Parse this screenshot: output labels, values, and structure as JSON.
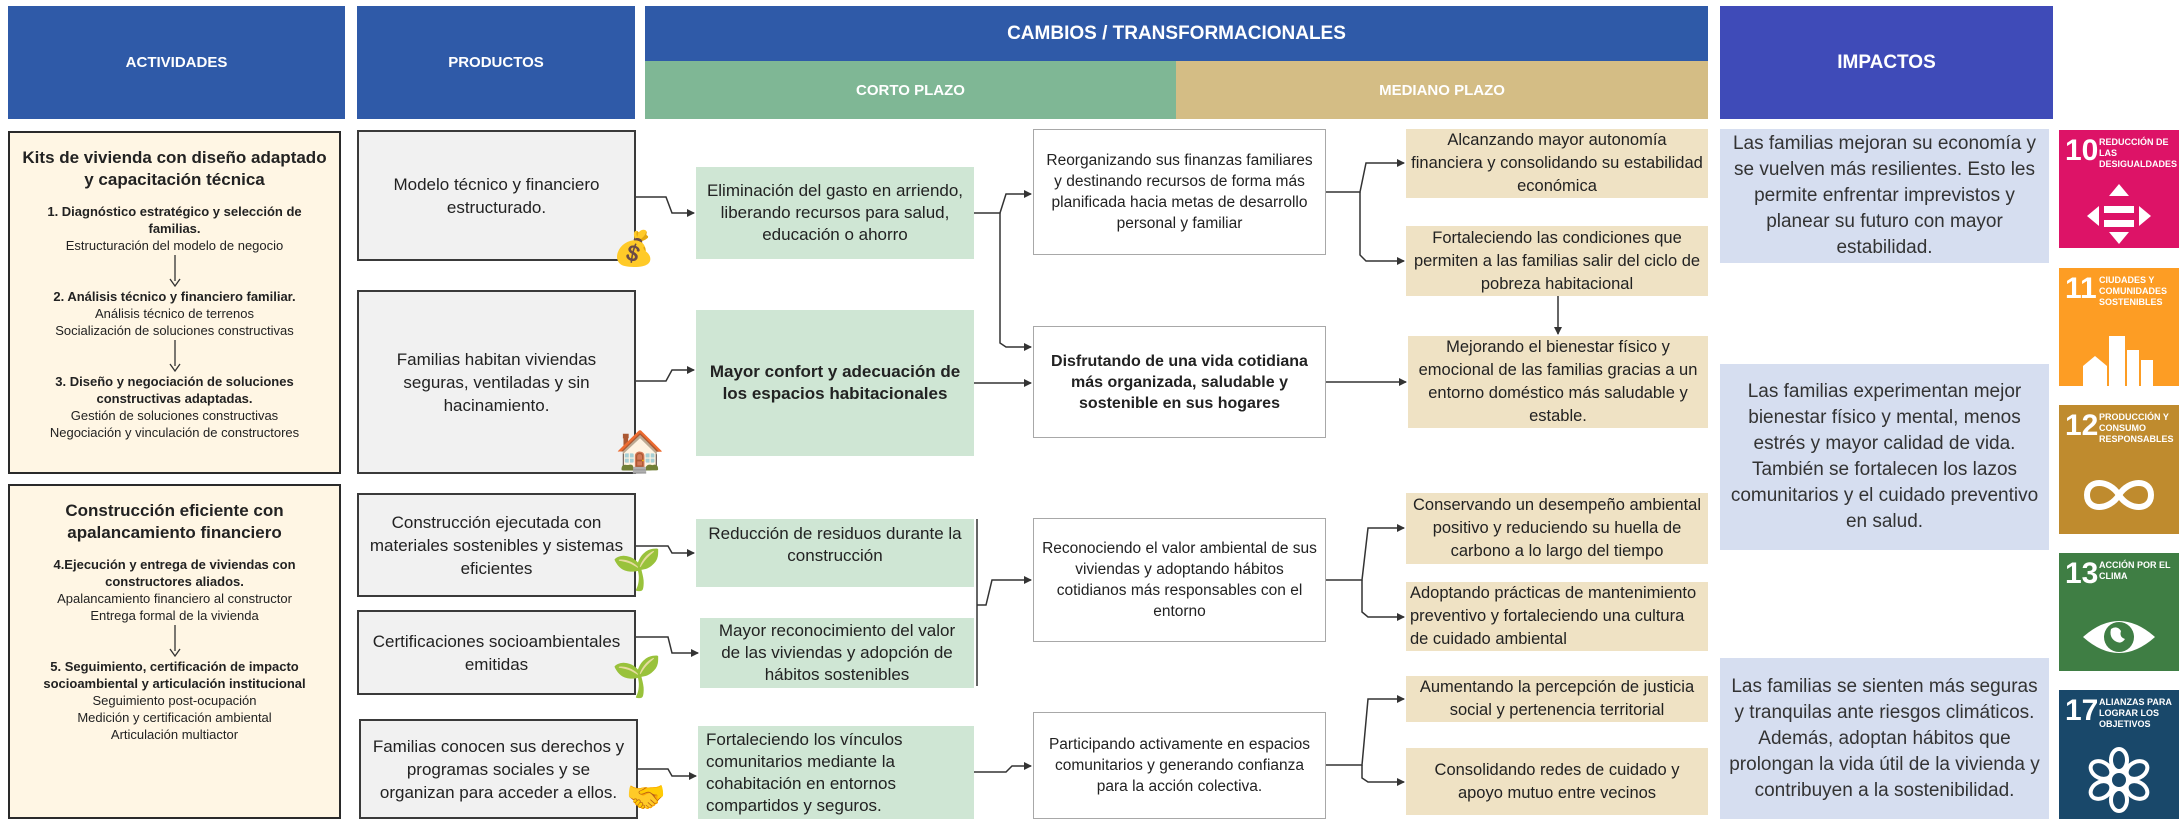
{
  "headers": {
    "actividades": "ACTIVIDADES",
    "productos": "PRODUCTOS",
    "cambios": "CAMBIOS / TRANSFORMACIONALES",
    "corto_plazo": "CORTO PLAZO",
    "mediano_plazo": "MEDIANO PLAZO",
    "impactos": "IMPACTOS"
  },
  "colors": {
    "header_blue": "#2f5aa8",
    "impact_header": "#3f4bb8",
    "corto_green": "#7fb795",
    "mediano_tan": "#d4bd85",
    "green_box": "#cfe6d4",
    "tan_box": "#efe2c4",
    "impact_box": "#d6def0",
    "activity_bg": "#fff6e4"
  },
  "actividades": [
    {
      "title": "Kits de vivienda con diseño adaptado y capacitación técnica",
      "steps": [
        {
          "title": "1. Diagnóstico estratégico y selección de familias.",
          "subs": [
            "Estructuración del modelo de negocio"
          ]
        },
        {
          "title": "2. Análisis técnico y financiero familiar.",
          "subs": [
            "Análisis técnico de terrenos",
            "Socialización de soluciones constructivas"
          ]
        },
        {
          "title": "3. Diseño y negociación de soluciones constructivas adaptadas.",
          "subs": [
            "Gestión de soluciones constructivas",
            "Negociación y vinculación de constructores"
          ]
        }
      ]
    },
    {
      "title": "Construcción eficiente con apalancamiento financiero",
      "steps": [
        {
          "title": "4.Ejecución y entrega de viviendas con constructores aliados.",
          "subs": [
            "Apalancamiento financiero al constructor",
            "Entrega formal de la vivienda"
          ]
        },
        {
          "title": "5. Seguimiento, certificación de impacto socioambiental y articulación institucional",
          "subs": [
            "Seguimiento post-ocupación",
            "Medición y certificación ambiental",
            "Articulación multiactor"
          ]
        }
      ]
    }
  ],
  "productos": [
    {
      "text": "Modelo técnico y financiero estructurado.",
      "icon": "money-bag-icon",
      "glyph": "💰"
    },
    {
      "text": "Familias habitan viviendas seguras, ventiladas y sin hacinamiento.",
      "icon": "house-icon",
      "glyph": "🏠"
    },
    {
      "text": "Construcción ejecutada con materiales sostenibles y sistemas eficientes",
      "icon": "sprout-icon",
      "glyph": "🌱"
    },
    {
      "text": "Certificaciones socioambientales emitidas",
      "icon": "sprout-icon",
      "glyph": "🌱"
    },
    {
      "text": "Familias conocen sus derechos y programas sociales y se organizan para acceder a ellos.",
      "icon": "handshake-icon",
      "glyph": "🤝"
    }
  ],
  "corto": [
    "Eliminación del gasto en arriendo, liberando recursos para salud, educación o ahorro",
    "Mayor confort y adecuación de los espacios habitacionales",
    "Reducción de residuos durante la construcción",
    "Mayor reconocimiento del valor de las viviendas y adopción de hábitos sostenibles",
    "Fortaleciendo los vínculos comunitarios mediante la cohabitación en entornos compartidos y seguros."
  ],
  "mediano": [
    "Reorganizando sus finanzas familiares y destinando recursos de forma más planificada hacia metas de desarrollo personal y familiar",
    "Disfrutando de una vida cotidiana más organizada, saludable y sostenible en sus hogares",
    "Reconociendo el valor ambiental de sus viviendas y adoptando hábitos cotidianos más responsables con el entorno",
    "Participando activamente en espacios comunitarios y generando confianza para la acción colectiva."
  ],
  "resultados": [
    "Alcanzando mayor autonomía financiera y consolidando su estabilidad económica",
    "Fortaleciendo las condiciones que permiten a las familias salir del ciclo de pobreza habitacional",
    "Mejorando el bienestar físico y emocional de las familias gracias a un entorno doméstico más saludable y estable.",
    "Conservando un desempeño ambiental positivo y reduciendo su huella de carbono a lo largo del tiempo",
    "Adoptando prácticas de mantenimiento preventivo y fortaleciendo una cultura de cuidado ambiental",
    "Aumentando la percepción de justicia social y pertenencia territorial",
    "Consolidando redes de cuidado y apoyo mutuo entre vecinos"
  ],
  "impactos": [
    "Las familias mejoran su economía y se vuelven más resilientes. Esto les permite enfrentar imprevistos y planear su futuro con mayor estabilidad.",
    "Las familias experimentan mejor bienestar físico y mental, menos estrés y mayor calidad de vida. También se fortalecen los lazos comunitarios y el cuidado preventivo en salud.",
    "Las familias se sienten más seguras y tranquilas ante riesgos climáticos. Además, adoptan hábitos que prolongan la vida útil de la vivienda y contribuyen a la sostenibilidad."
  ],
  "ods": [
    {
      "num": "10",
      "label": "Reducción de las desigualdades",
      "color": "#dd1367",
      "icon": "equality-icon"
    },
    {
      "num": "11",
      "label": "Ciudades y comunidades sostenibles",
      "color": "#fd9d24",
      "icon": "city-icon"
    },
    {
      "num": "12",
      "label": "Producción y consumo responsables",
      "color": "#bf8b2e",
      "icon": "infinity-icon"
    },
    {
      "num": "13",
      "label": "Acción por el clima",
      "color": "#3f7e44",
      "icon": "eye-earth-icon"
    },
    {
      "num": "17",
      "label": "Alianzas para lograr los objetivos",
      "color": "#19486a",
      "icon": "flower-icon"
    }
  ]
}
